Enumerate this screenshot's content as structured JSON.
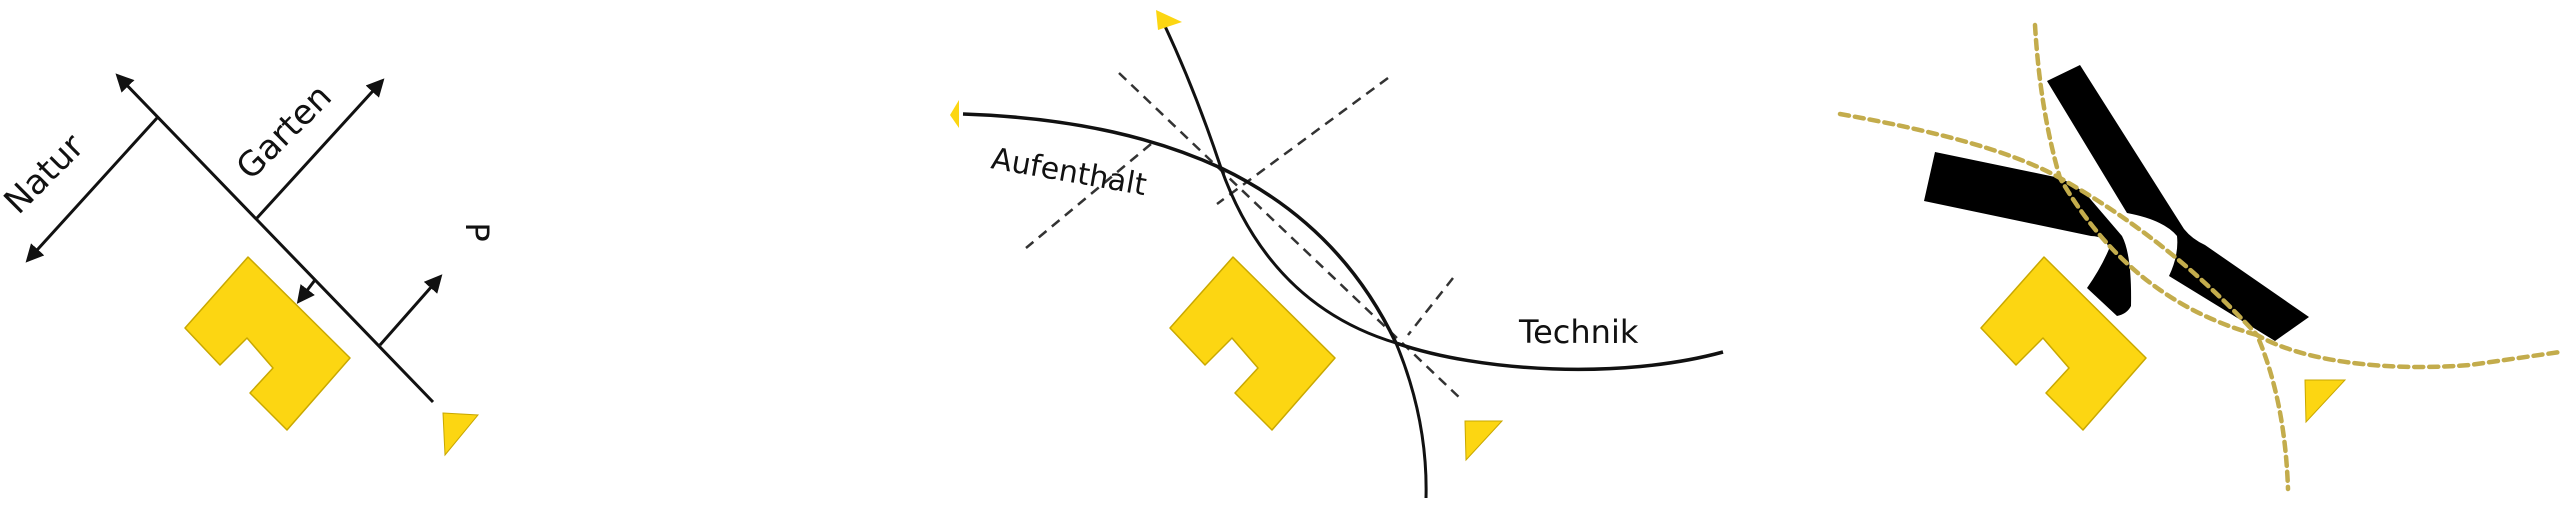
{
  "panels": {
    "concept": {
      "labels": {
        "natur": "Natur",
        "garten": "Garten",
        "parking": "P"
      }
    },
    "circulation": {
      "labels": {
        "aufenthalt": "Aufenthalt",
        "technik": "Technik"
      }
    },
    "massing": {}
  },
  "colors": {
    "building": "#fcd612",
    "building_outline": "#c9a800",
    "lines": "#111111",
    "dashed_path": "#c3ac4c"
  },
  "icons": [
    "arrowhead",
    "entrance-marker-triangle"
  ]
}
